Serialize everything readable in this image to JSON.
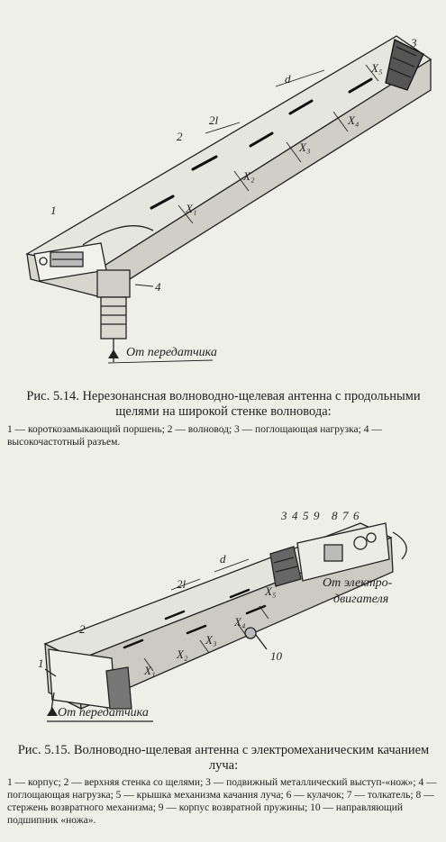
{
  "figure1": {
    "labels": {
      "n1": "1",
      "n2": "2",
      "n3": "3",
      "n4": "4",
      "d": "d",
      "twoL": "2l",
      "x1": "X₁",
      "x2": "X₂",
      "x3": "X₃",
      "x4": "X₄",
      "x5": "X₅"
    },
    "source": "От передатчика",
    "caption": "Рис. 5.14. Нерезонансная волноводно-щелевая антенна с продольными щелями на широкой стенке волновода:",
    "legend": "1 — короткозамыкающий поршень; 2 — волновод; 3 — поглощающая нагрузка; 4 — высокочастотный разъем."
  },
  "figure2": {
    "labels": {
      "n1": "1",
      "n2": "2",
      "n3": "3",
      "n4": "4",
      "n5": "5",
      "n9": "9",
      "n8": "8",
      "n7": "7",
      "n6": "6",
      "n10": "10",
      "d": "d",
      "twoL": "2l",
      "x1": "X₁",
      "x2": "X₂",
      "x3": "X₃",
      "x4": "X₄",
      "x5": "X₅"
    },
    "motor": "От электро-",
    "motor2": "двигателя",
    "source": "От передатчика",
    "caption": "Рис. 5.15. Волноводно-щелевая антенна с электромеханическим качанием луча:",
    "legend": "1 — корпус; 2 — верхняя стенка со щелями; 3 — подвижный металлический выступ-«нож»; 4 — поглощающая нагрузка; 5 — крышка механизма качания луча; 6 — кулачок; 7 — толкатель; 8 — стержень возвратного механизма; 9 — корпус возвратной пружины; 10 — направляющий подшипник «ножа»."
  }
}
